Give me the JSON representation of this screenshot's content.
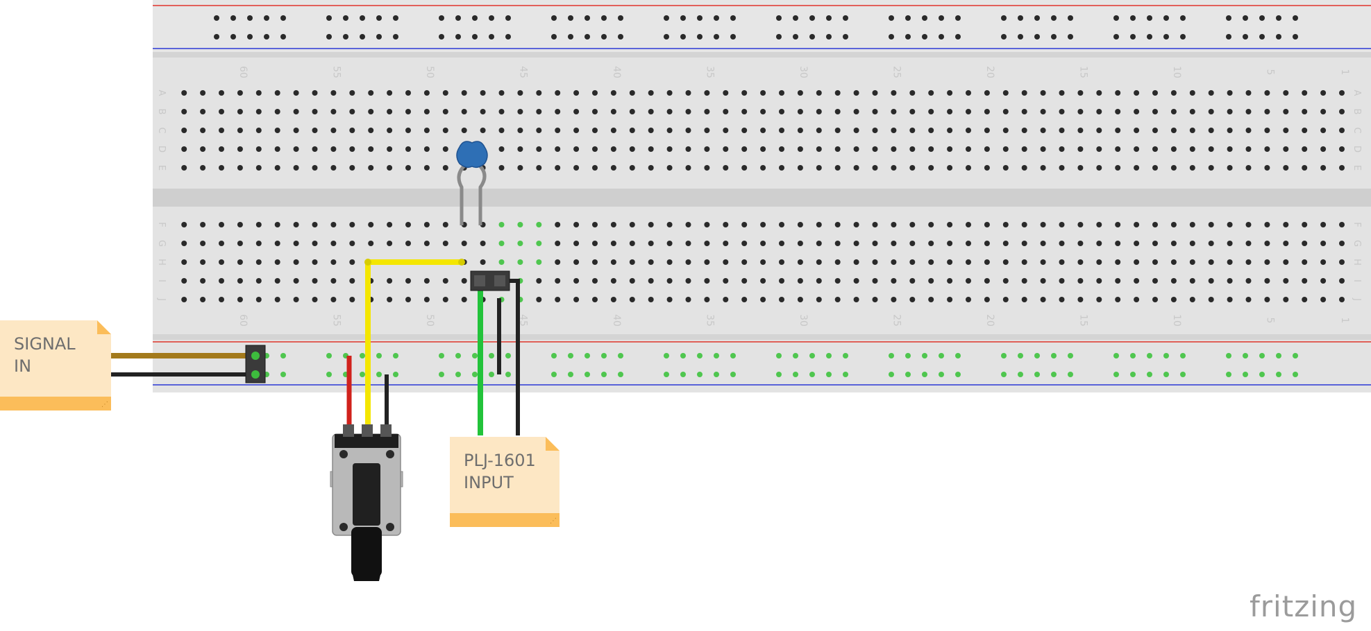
{
  "app": {
    "brand": "fritzing"
  },
  "colors": {
    "board": "#e1e1e1",
    "rail_red": "#e0342b",
    "rail_blue": "#2b38d6",
    "hole": "#2a2a2a",
    "wire_yellow": "#f4e600",
    "wire_green": "#22c33a",
    "wire_black": "#222222",
    "wire_red": "#d0221c",
    "wire_brown": "#a37a1c",
    "wire_gray": "#8a8a8a",
    "capacitor": "#2e6fb5",
    "note_bg": "#fde7c4",
    "note_bar": "#fbbd5a"
  },
  "breadboard": {
    "top_row_letters": [
      "A",
      "B",
      "C",
      "D",
      "E"
    ],
    "bottom_row_letters": [
      "F",
      "G",
      "H",
      "I",
      "J"
    ],
    "column_numbers": [
      "60",
      "55",
      "50",
      "45",
      "40",
      "35",
      "30",
      "25",
      "20",
      "15",
      "10",
      "5",
      "1"
    ]
  },
  "notes": {
    "signal_in": "SIGNAL\nIN",
    "plj_input": "PLJ-1601\nINPUT"
  },
  "components": {
    "capacitor": "ceramic-capacitor",
    "potentiometer": "rotary-potentiometer",
    "signal_header": "2-pin-header",
    "input_header": "2-pin-header"
  }
}
